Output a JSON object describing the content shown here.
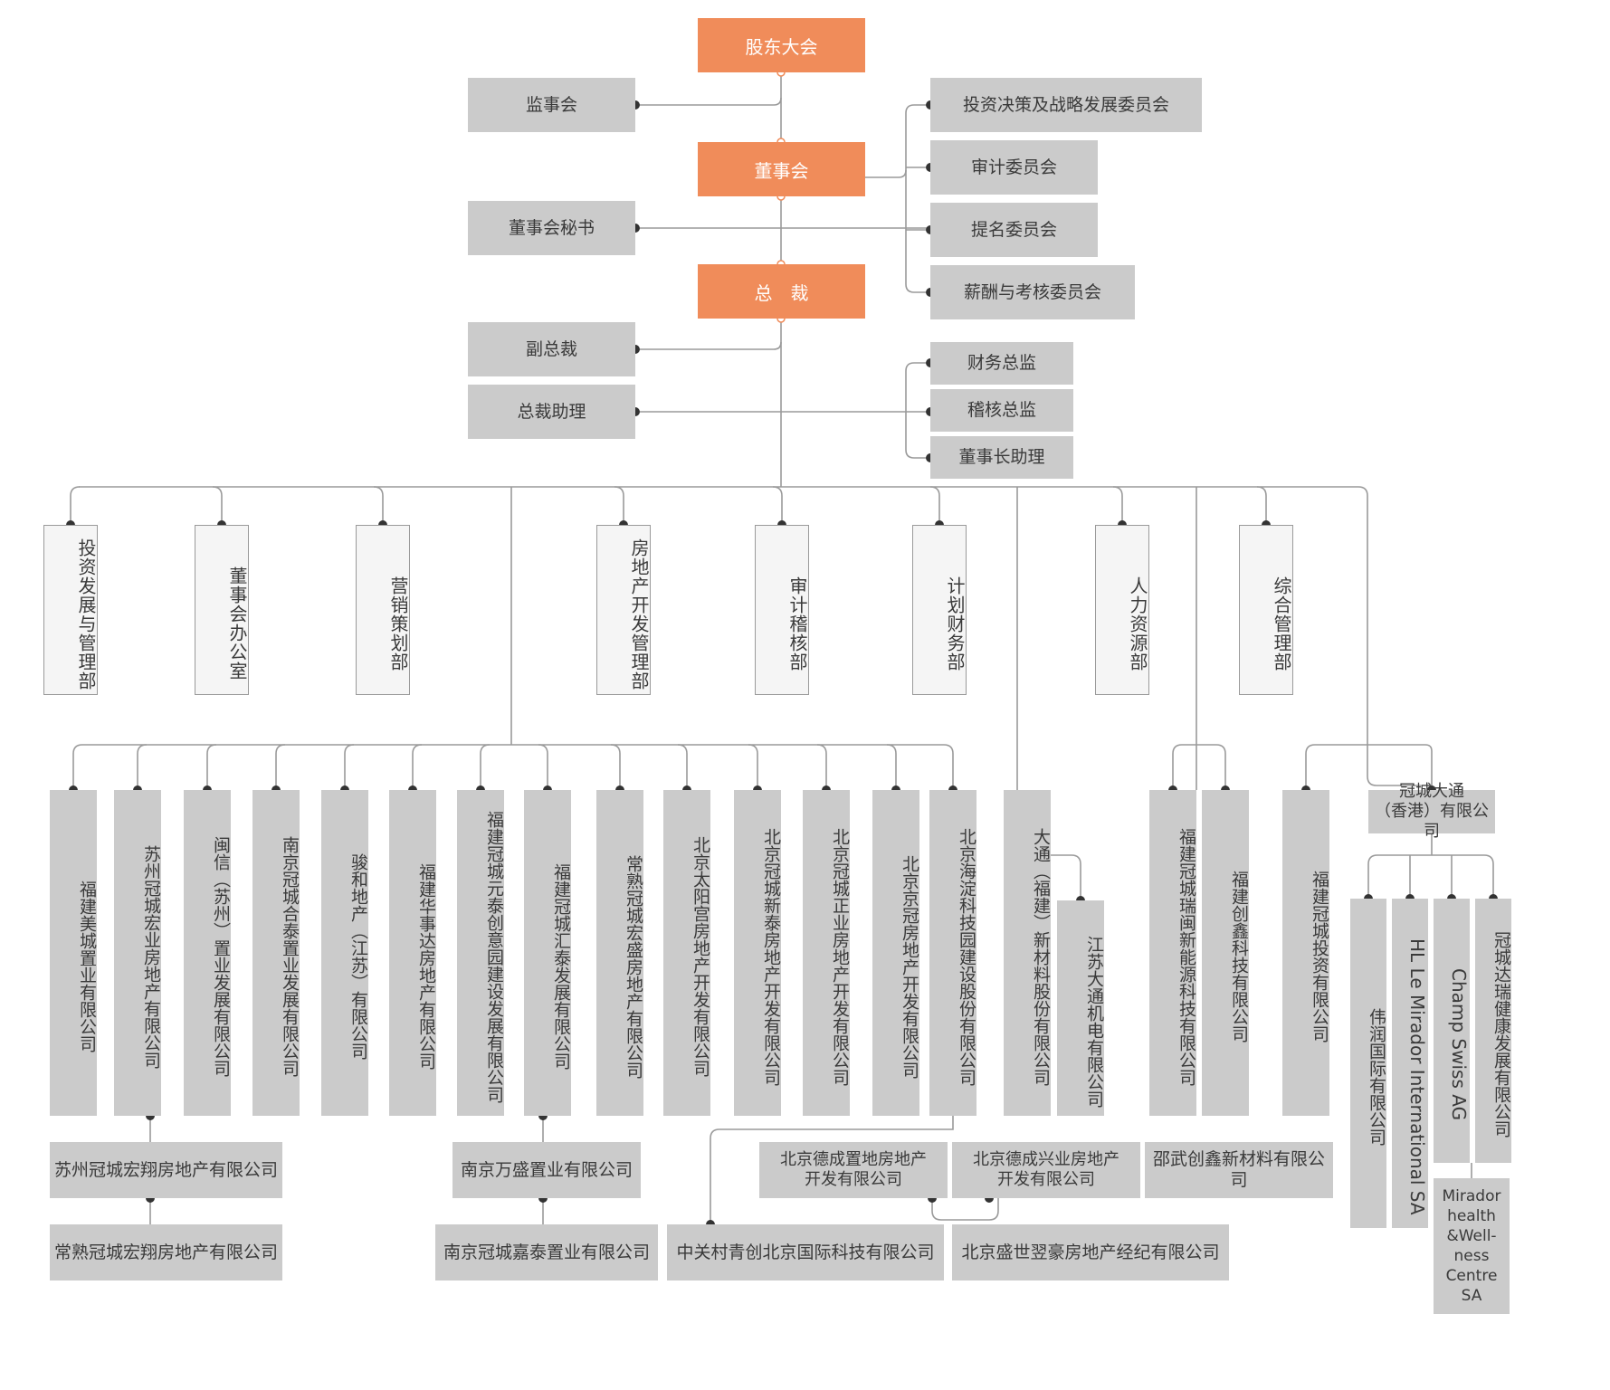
{
  "top": {
    "shareholders": "股东大会",
    "supervisors": "监事会",
    "board": "董事会",
    "board_secretary": "董事会秘书",
    "president": "总　裁",
    "vice_president": "副总裁",
    "president_assistant": "总裁助理"
  },
  "committees": [
    "投资决策及战略发展委员会",
    "审计委员会",
    "提名委员会",
    "薪酬与考核委员会"
  ],
  "officers": [
    "财务总监",
    "稽核总监",
    "董事长助理"
  ],
  "departments": [
    "投资发展与管理部",
    "董事会办公室",
    "营销策划部",
    "房地产开发管理部",
    "审计稽核部",
    "计划财务部",
    "人力资源部",
    "综合管理部"
  ],
  "subsidiaries": [
    "福建美城置业有限公司",
    "苏州冠城宏业房地产有限公司",
    "闽信（苏州）置业发展有限公司",
    "南京冠城合泰置业发展有限公司",
    "骏和地产（江苏）有限公司",
    "福建华事达房地产有限公司",
    "福建冠城元泰创意园建设发展有限公司",
    "福建冠城汇泰发展有限公司",
    "常熟冠城宏盛房地产有限公司",
    "北京太阳宫房地产开发有限公司",
    "北京冠城新泰房地产开发有限公司",
    "北京冠城正业房地产开发有限公司",
    "北京京冠房地产开发有限公司",
    "北京海淀科技园建设股份有限公司"
  ],
  "datong": {
    "main": "大通（福建）新材料股份有限公司",
    "sub": "江苏大通机电有限公司"
  },
  "energy": {
    "ruimin": "福建冠城瑞闽新能源科技有限公司",
    "chuangxin": "福建创鑫科技有限公司"
  },
  "investment": "福建冠城投资有限公司",
  "hk": {
    "name": "冠城大通\n（香港）有限公司"
  },
  "hk_subs": [
    "伟润国际有限公司",
    "HL Le Mirador International SA",
    "Champ Swiss AG",
    "冠城达瑞健康发展有限公司"
  ],
  "mirador": "Mirador\nhealth\n&Well-\nness\nCentre\nSA",
  "lower": {
    "suzhou_hongxiang": "苏州冠城宏翔房地产有限公司",
    "changshu_hongxiang": "常熟冠城宏翔房地产有限公司",
    "nanjing_wansheng": "南京万盛置业有限公司",
    "nanjing_jiatai": "南京冠城嘉泰置业有限公司",
    "decheng_zhidi": "北京德成置地房地产\n开发有限公司",
    "decheng_xingye": "北京德成兴业房地产\n开发有限公司",
    "zhongguancun": "中关村青创北京国际科技有限公司",
    "shengshi": "北京盛世翌豪房地产经纪有限公司",
    "shaowu": "邵武创鑫新材料有限公司"
  },
  "colors": {
    "accent": "#f08c5a",
    "box": "#cbcbcb",
    "line": "#9a9a9a",
    "dot": "#333333"
  }
}
